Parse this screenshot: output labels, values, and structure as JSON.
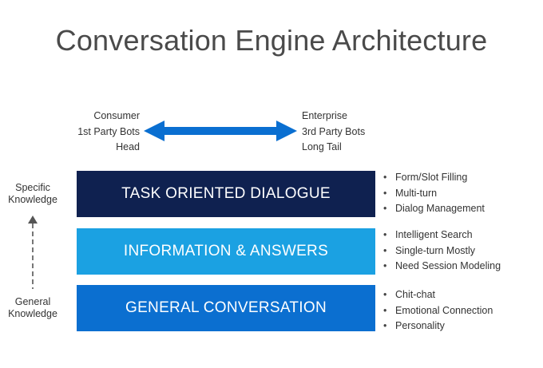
{
  "title": "Conversation Engine Architecture",
  "spectrum": {
    "left": [
      "Consumer",
      "1st Party Bots",
      "Head"
    ],
    "right": [
      "Enterprise",
      "3rd Party Bots",
      "Long Tail"
    ]
  },
  "layers": [
    {
      "label": "TASK ORIENTED DIALOGUE",
      "color": "#0f2150",
      "bullets": [
        "Form/Slot Filling",
        "Multi-turn",
        "Dialog Management"
      ]
    },
    {
      "label": "INFORMATION & ANSWERS",
      "color": "#1ba1e2",
      "bullets": [
        "Intelligent Search",
        "Single-turn Mostly",
        "Need Session Modeling"
      ]
    },
    {
      "label": "GENERAL CONVERSATION",
      "color": "#0b6fd0",
      "bullets": [
        "Chit-chat",
        "Emotional Connection",
        "Personality"
      ]
    }
  ],
  "knowledge": {
    "top": [
      "Specific",
      "Knowledge"
    ],
    "bottom": [
      "General",
      "Knowledge"
    ]
  },
  "colors": {
    "arrow": "#0a6fd1",
    "dashed_arrow": "#555555"
  }
}
